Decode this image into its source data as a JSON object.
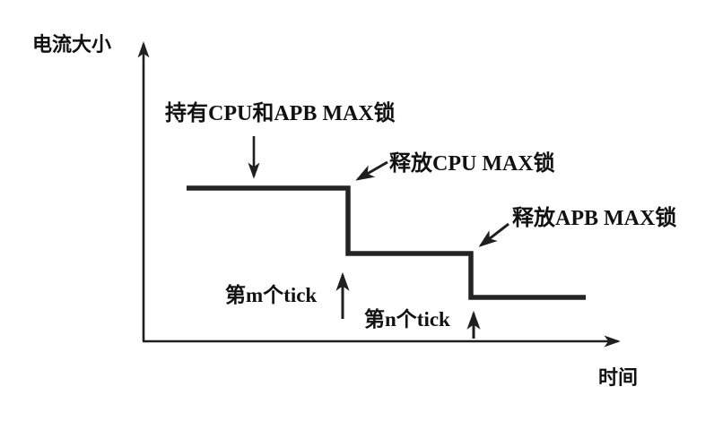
{
  "canvas": {
    "background": "#ffffff",
    "ink": "#1f1f1f"
  },
  "axes": {
    "y_label": "电流大小",
    "x_label": "时间"
  },
  "annotations": {
    "hold_lock": "持有CPU和APB MAX锁",
    "release_cpu": "释放CPU MAX锁",
    "release_apb": "释放APB MAX锁",
    "tick_m": "第m个tick",
    "tick_n": "第n个tick"
  },
  "chart_data": {
    "type": "line",
    "line_style": "step-down",
    "title": "",
    "xlabel": "时间",
    "ylabel": "电流大小",
    "grid": false,
    "legend": false,
    "x_events": [
      "第m个tick",
      "第n个tick"
    ],
    "segments": [
      {
        "annotation": "持有CPU和APB MAX锁",
        "level": "high",
        "until": "第m个tick"
      },
      {
        "annotation": "释放CPU MAX锁",
        "level": "medium",
        "until": "第n个tick"
      },
      {
        "annotation": "释放APB MAX锁",
        "level": "low",
        "until": "end"
      }
    ]
  }
}
